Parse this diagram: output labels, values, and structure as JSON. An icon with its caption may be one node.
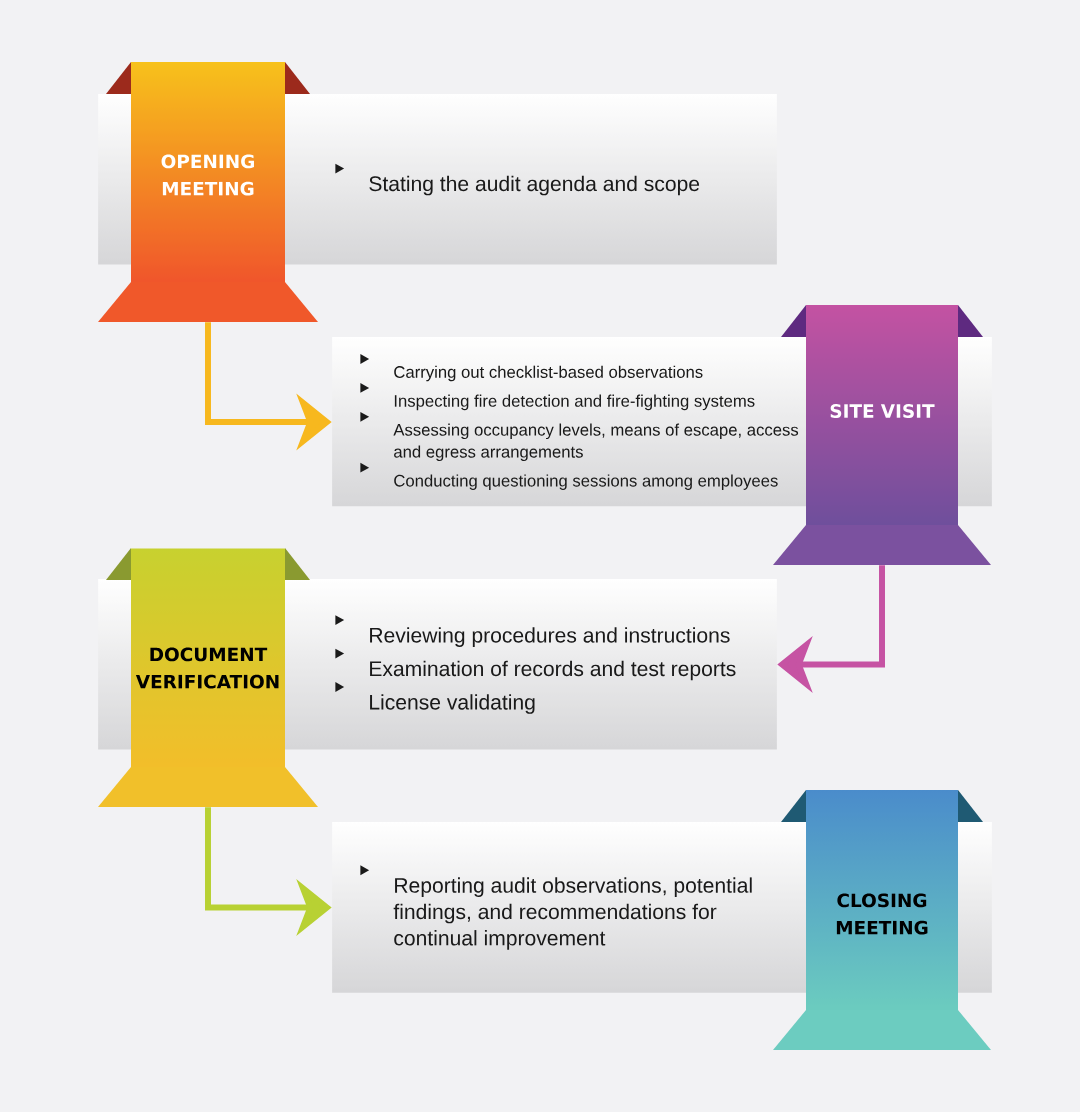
{
  "diagram": {
    "nodes": [
      {
        "text": [
          "OPENING MEETING"
        ]
      },
      {
        "text": [
          "Stating the audit agenda and scope"
        ]
      },
      {
        "text": [
          "Carrying out checklist-based observations",
          "Inspecting fire detection and fire-fighting systems",
          "Assessing occupancy levels, means of escape, access and egress arrangements",
          "Conducting questioning sessions among employees"
        ]
      },
      {
        "text": [
          "SITE VISIT"
        ]
      },
      {
        "text": [
          "DOCUMENT VERIFICATION"
        ]
      },
      {
        "text": [
          "Reviewing procedures and instructions",
          "Examination of records and test reports",
          "License validating"
        ]
      },
      {
        "text": [
          "Reporting audit observations, potential findings, and recommendations for continual improvement"
        ]
      },
      {
        "text": [
          "CLOSING MEETING"
        ]
      }
    ],
    "edges": [
      {
        "from": 0,
        "to": 2,
        "arrow": "to",
        "color": "#f7b81e"
      },
      {
        "from": 3,
        "to": 5,
        "arrow": "to",
        "color": "#c653a3"
      },
      {
        "from": 4,
        "to": 6,
        "arrow": "to",
        "color": "#b8d133"
      }
    ]
  }
}
